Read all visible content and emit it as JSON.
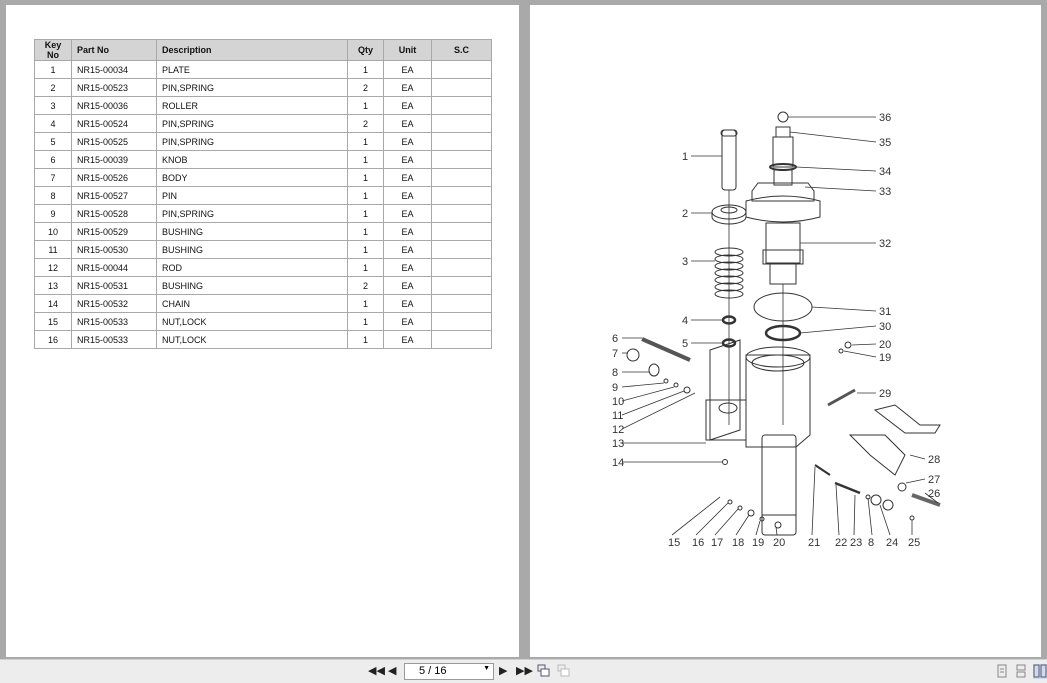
{
  "table": {
    "headers": [
      "Key No",
      "Part No",
      "Description",
      "Qty",
      "Unit",
      "S.C"
    ],
    "rows": [
      [
        "1",
        "NR15-00034",
        "PLATE",
        "1",
        "EA",
        ""
      ],
      [
        "2",
        "NR15-00523",
        "PIN,SPRING",
        "2",
        "EA",
        ""
      ],
      [
        "3",
        "NR15-00036",
        "ROLLER",
        "1",
        "EA",
        ""
      ],
      [
        "4",
        "NR15-00524",
        "PIN,SPRING",
        "2",
        "EA",
        ""
      ],
      [
        "5",
        "NR15-00525",
        "PIN,SPRING",
        "1",
        "EA",
        ""
      ],
      [
        "6",
        "NR15-00039",
        "KNOB",
        "1",
        "EA",
        ""
      ],
      [
        "7",
        "NR15-00526",
        "BODY",
        "1",
        "EA",
        ""
      ],
      [
        "8",
        "NR15-00527",
        "PIN",
        "1",
        "EA",
        ""
      ],
      [
        "9",
        "NR15-00528",
        "PIN,SPRING",
        "1",
        "EA",
        ""
      ],
      [
        "10",
        "NR15-00529",
        "BUSHING",
        "1",
        "EA",
        ""
      ],
      [
        "11",
        "NR15-00530",
        "BUSHING",
        "1",
        "EA",
        ""
      ],
      [
        "12",
        "NR15-00044",
        "ROD",
        "1",
        "EA",
        ""
      ],
      [
        "13",
        "NR15-00531",
        "BUSHING",
        "2",
        "EA",
        ""
      ],
      [
        "14",
        "NR15-00532",
        "CHAIN",
        "1",
        "EA",
        ""
      ],
      [
        "15",
        "NR15-00533",
        "NUT,LOCK",
        "1",
        "EA",
        ""
      ],
      [
        "16",
        "NR15-00533",
        "NUT,LOCK",
        "1",
        "EA",
        ""
      ]
    ]
  },
  "diagram": {
    "callouts_left": [
      "1",
      "2",
      "3",
      "4",
      "5",
      "6",
      "7",
      "8",
      "9",
      "10",
      "11",
      "12",
      "13",
      "14"
    ],
    "callouts_right": [
      "36",
      "35",
      "34",
      "33",
      "32",
      "31",
      "30",
      "20",
      "19",
      "29",
      "28",
      "27",
      "26"
    ],
    "callouts_bottom": [
      "15",
      "16",
      "17",
      "18",
      "19",
      "20",
      "21",
      "22",
      "23",
      "8",
      "24",
      "25"
    ]
  },
  "toolbar": {
    "page_display": "5 / 16",
    "first_icon": "first-page-icon",
    "prev_icon": "previous-page-icon",
    "next_icon": "next-page-icon",
    "last_icon": "last-page-icon"
  }
}
